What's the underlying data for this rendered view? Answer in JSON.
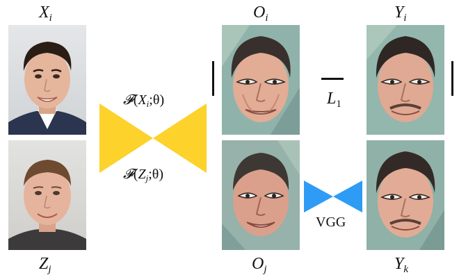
{
  "inputs": {
    "top": {
      "var": "X",
      "sub": "i"
    },
    "bottom": {
      "var": "Z",
      "sub": "j"
    }
  },
  "network": {
    "func": "𝓕",
    "top_formula": {
      "arg": "X",
      "sub": "i",
      "param": "θ"
    },
    "bottom_formula": {
      "arg": "Z",
      "sub": "j",
      "param": "θ"
    },
    "color": "#fcd22b"
  },
  "outputs": {
    "top": {
      "var": "O",
      "sub": "i"
    },
    "bottom": {
      "var": "O",
      "sub": "j"
    }
  },
  "targets": {
    "top": {
      "var": "Y",
      "sub": "i"
    },
    "bottom": {
      "var": "Y",
      "sub": "k"
    }
  },
  "loss": {
    "var": "L",
    "sub": "1"
  },
  "perceptual": {
    "label": "VGG",
    "color": "#2e9cf5"
  }
}
